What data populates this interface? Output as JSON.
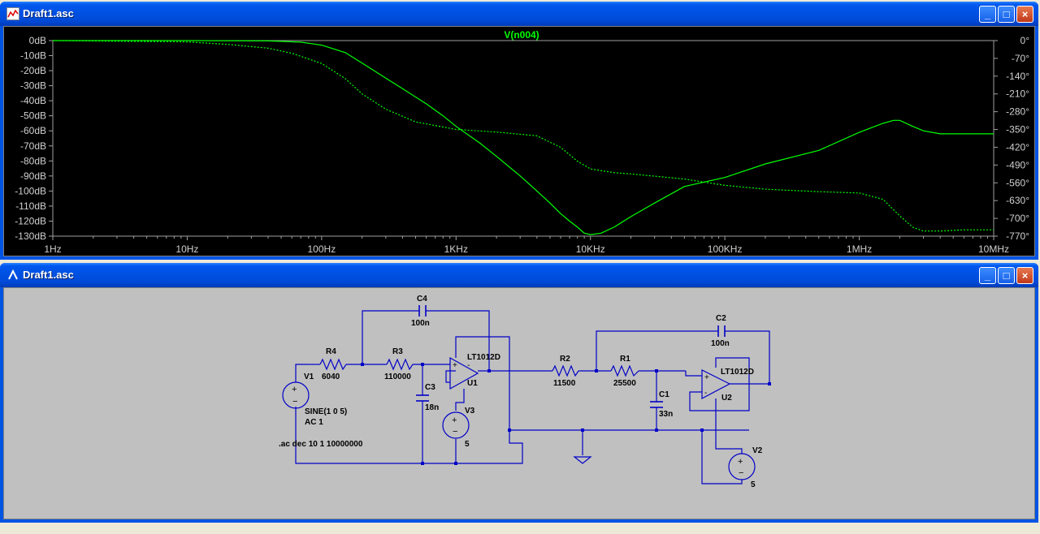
{
  "plot_window": {
    "title": "Draft1.asc",
    "trace_label": "V(n004)",
    "buttons": {
      "minimize": "_",
      "maximize": "□",
      "close": "×"
    }
  },
  "schematic_window": {
    "title": "Draft1.asc",
    "buttons": {
      "minimize": "_",
      "maximize": "□",
      "close": "×"
    },
    "components": {
      "c4": {
        "name": "C4",
        "value": "100n"
      },
      "r4": {
        "name": "R4",
        "value": "6040"
      },
      "r3": {
        "name": "R3",
        "value": "110000"
      },
      "c3": {
        "name": "C3",
        "value": "18n"
      },
      "u1": {
        "part": "LT1012D",
        "name": "U1"
      },
      "v1": {
        "name": "V1",
        "value1": "SINE(1 0 5)",
        "value2": "AC 1"
      },
      "v3": {
        "name": "V3",
        "value": "5"
      },
      "r2": {
        "name": "R2",
        "value": "11500"
      },
      "r1": {
        "name": "R1",
        "value": "25500"
      },
      "c1": {
        "name": "C1",
        "value": "33n"
      },
      "c2": {
        "name": "C2",
        "value": "100n"
      },
      "u2": {
        "part": "LT1012D",
        "name": "U2"
      },
      "v2": {
        "name": "V2",
        "value": "5"
      }
    },
    "directive": ".ac dec 10 1 10000000"
  },
  "chart_data": {
    "type": "line",
    "title": "V(n004)",
    "x_scale": "log",
    "x_ticks": [
      "1Hz",
      "10Hz",
      "100Hz",
      "1KHz",
      "10KHz",
      "100KHz",
      "1MHz",
      "10MHz"
    ],
    "xlim": [
      1,
      10000000
    ],
    "y_left_ticks": [
      "0dB",
      "-10dB",
      "-20dB",
      "-30dB",
      "-40dB",
      "-50dB",
      "-60dB",
      "-70dB",
      "-80dB",
      "-90dB",
      "-100dB",
      "-110dB",
      "-120dB",
      "-130dB"
    ],
    "ylim_left": [
      -130,
      0
    ],
    "y_right_ticks": [
      "0°",
      "-70°",
      "-140°",
      "-210°",
      "-280°",
      "-350°",
      "-420°",
      "-490°",
      "-560°",
      "-630°",
      "-700°",
      "-770°"
    ],
    "ylim_right": [
      -770,
      0
    ],
    "grid": false,
    "series": [
      {
        "name": "V(n004)",
        "quantity": "magnitude_dB",
        "style": "solid",
        "color": "#00ff00",
        "x": [
          1,
          10,
          40,
          70,
          100,
          150,
          200,
          300,
          400,
          600,
          800,
          1000,
          1500,
          2000,
          3000,
          4000,
          5000,
          6000,
          7000,
          8000,
          9000,
          10000,
          12000,
          15000,
          20000,
          30000,
          50000,
          100000,
          200000,
          500000,
          1000000,
          1500000,
          1800000,
          2000000,
          2500000,
          3000000,
          4000000,
          5000000,
          10000000
        ],
        "y": [
          0,
          0,
          -0.2,
          -1,
          -3,
          -8,
          -15,
          -25,
          -32,
          -42,
          -50,
          -57,
          -68,
          -77,
          -90,
          -100,
          -108,
          -115,
          -120,
          -124,
          -128,
          -129,
          -128,
          -124,
          -117,
          -108,
          -97,
          -91,
          -82,
          -73,
          -61,
          -55,
          -53,
          -53,
          -57,
          -60,
          -62,
          -62,
          -62
        ]
      },
      {
        "name": "V(n004) phase",
        "quantity": "phase_deg",
        "style": "dashed",
        "color": "#00ff00",
        "x": [
          1,
          10,
          20,
          40,
          60,
          100,
          150,
          200,
          300,
          500,
          1000,
          2000,
          4000,
          6000,
          8000,
          10000,
          15000,
          20000,
          50000,
          100000,
          200000,
          500000,
          1000000,
          1500000,
          2000000,
          2500000,
          3000000,
          4000000,
          6000000,
          10000000
        ],
        "y": [
          0,
          -5,
          -15,
          -30,
          -50,
          -90,
          -150,
          -210,
          -270,
          -320,
          -350,
          -360,
          -375,
          -420,
          -475,
          -505,
          -520,
          -525,
          -545,
          -570,
          -585,
          -595,
          -600,
          -625,
          -690,
          -735,
          -750,
          -750,
          -745,
          -745
        ]
      }
    ]
  }
}
